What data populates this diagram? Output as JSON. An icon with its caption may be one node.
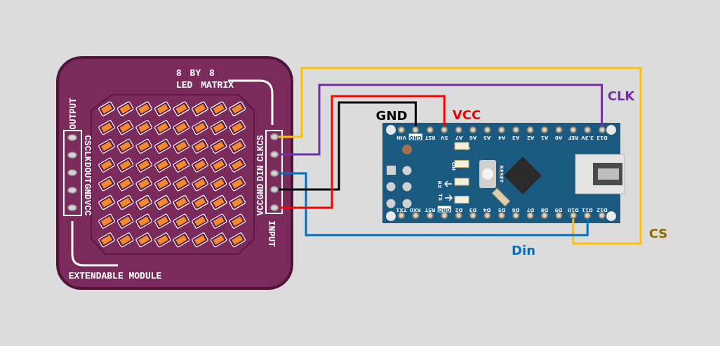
{
  "diagram": {
    "nodes": [
      {
        "text": [
          "8 BY 8 LED MATRIX",
          "EXTENDABLE MODULE"
        ]
      },
      {
        "text": [
          "OUTPUT",
          "CS",
          "CLK",
          "DOUT",
          "GND",
          "VCC"
        ],
        "in": 0
      },
      {
        "text": [
          "INPUT",
          "VCC",
          "GND",
          "DIN",
          "CLK",
          "CS"
        ],
        "in": 0
      },
      {
        "text": [],
        "shape": "circle",
        "in": 2
      },
      {
        "text": [],
        "shape": "circle",
        "in": 2
      },
      {
        "text": [],
        "shape": "circle",
        "in": 2
      },
      {
        "text": [],
        "shape": "circle",
        "in": 2
      },
      {
        "text": [],
        "shape": "circle",
        "in": 2
      },
      {
        "text": [
          "VIN",
          "GND",
          "RST",
          "5V",
          "A7",
          "A6",
          "A5",
          "A4",
          "A3",
          "A2",
          "A1",
          "A0",
          "REF",
          "3.3V",
          "D13",
          "TX1",
          "RX0",
          "RST",
          "GND",
          "D2",
          "D3",
          "D4",
          "D5",
          "D6",
          "D7",
          "D8",
          "D9",
          "D10",
          "D11",
          "D12",
          "L",
          "ON",
          "RX",
          "TX",
          "RESET"
        ]
      },
      {
        "text": [],
        "shape": "circle",
        "in": 8
      },
      {
        "text": [],
        "shape": "circle",
        "in": 8
      },
      {
        "text": [],
        "shape": "circle",
        "in": 8
      },
      {
        "text": [],
        "shape": "circle",
        "in": 8
      },
      {
        "text": [],
        "shape": "circle",
        "in": 8
      }
    ],
    "edges": [
      {
        "from": 3,
        "to": 12,
        "arrow": "none",
        "label": "CS",
        "color": "#ffc000"
      },
      {
        "from": 4,
        "to": 11,
        "arrow": "none",
        "label": "CLK",
        "color": "#7030a0"
      },
      {
        "from": 5,
        "to": 13,
        "arrow": "none",
        "label": "Din",
        "color": "#0070c0"
      },
      {
        "from": 6,
        "to": 9,
        "arrow": "none",
        "label": "GND",
        "color": "#000000"
      },
      {
        "from": 7,
        "to": 10,
        "arrow": "none",
        "label": "VCC",
        "color": "#ff0000"
      }
    ]
  }
}
